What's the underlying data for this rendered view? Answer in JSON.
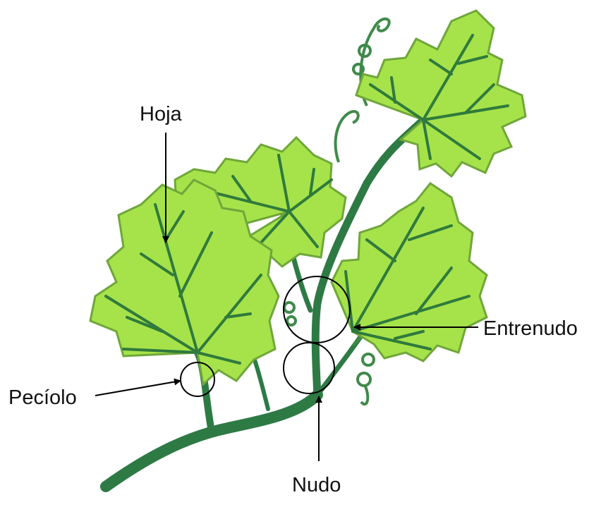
{
  "labels": {
    "hoja": "Hoja",
    "entrenudo": "Entrenudo",
    "peciolo": "Pecíolo",
    "nudo": "Nudo"
  },
  "colors": {
    "leaf_fill": "#a6e34a",
    "leaf_light": "#c4f06a",
    "leaf_edge": "#6fa63a",
    "vein": "#2f7a3c",
    "stem": "#2e7a45",
    "marker": "#000000"
  }
}
